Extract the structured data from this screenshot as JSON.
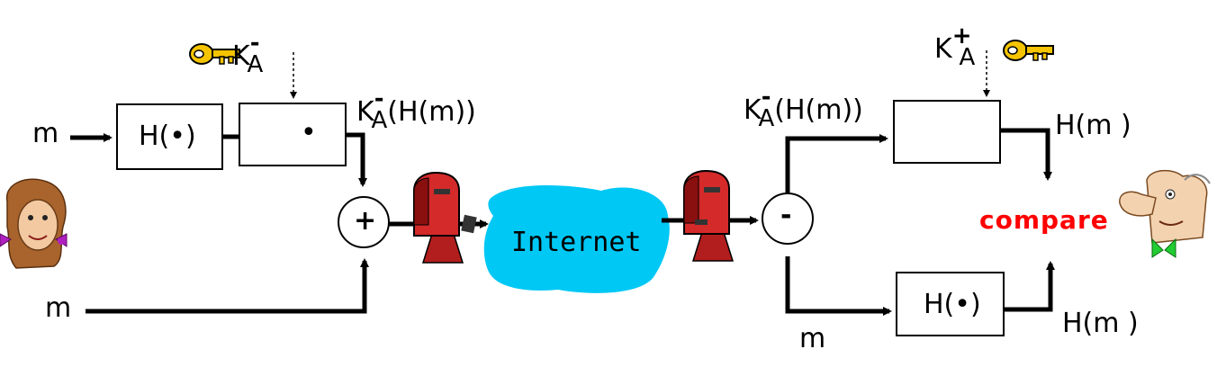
{
  "sender": {
    "input_message": "m",
    "input_message_lower": "m",
    "hash_box_label": "H(•)",
    "encrypt_box_symbol": "•",
    "private_key_letter": "K",
    "private_key_sign": "-",
    "private_key_subscript": "A",
    "signed_output_prefix": "K",
    "signed_output_sign": "-",
    "signed_output_subscript": "A",
    "signed_output_suffix": "(H(m))",
    "combine_symbol": "+"
  },
  "network": {
    "cloud_label": "Internet"
  },
  "receiver": {
    "signed_input_prefix": "K",
    "signed_input_sign": "-",
    "signed_input_subscript": "A",
    "signed_input_suffix": "(H(m))",
    "split_symbol": "-",
    "public_key_letter": "K",
    "public_key_sign": "+",
    "public_key_subscript": "A",
    "decrypt_output": "H(m )",
    "hash_box_label": "H(•)",
    "hash_output": "H(m )",
    "message": "m",
    "compare_label": "compare"
  },
  "colors": {
    "cloud": "#00c8f5",
    "compare": "#ff0000",
    "key": "#f5c400",
    "mailbox": "#d42a2a"
  },
  "icons": [
    "key-icon",
    "mailbox-icon",
    "alice-icon",
    "bob-icon",
    "arrow-icon"
  ]
}
